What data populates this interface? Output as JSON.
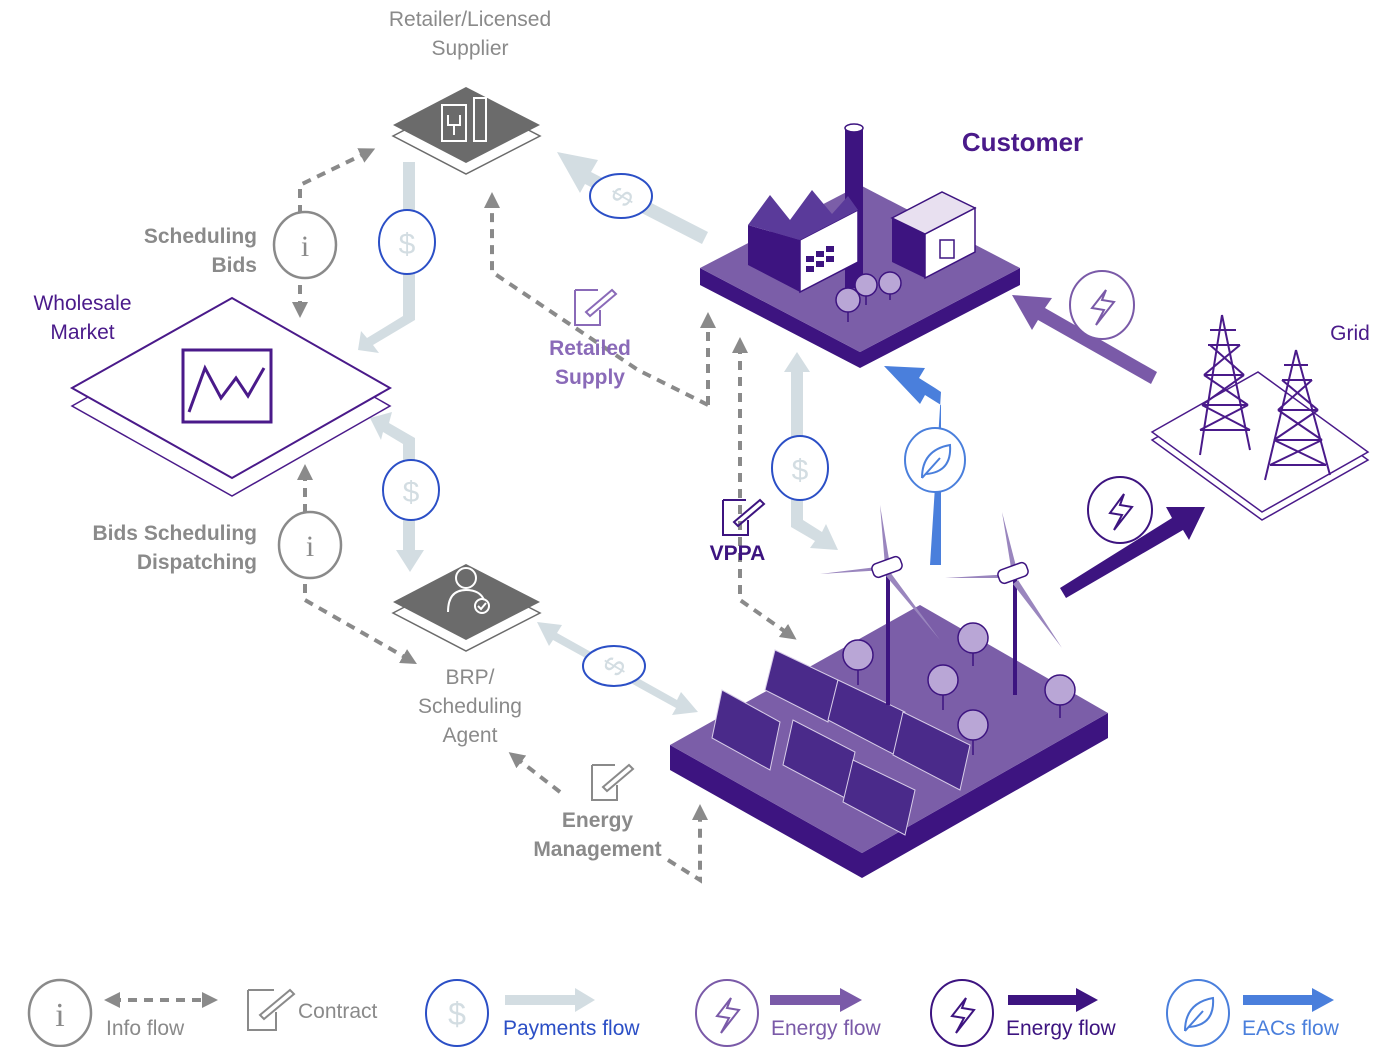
{
  "nodes": {
    "retailer": "Retailer/Licensed\nSupplier",
    "customer": "Customer",
    "wholesale": "Wholesale\nMarket",
    "grid": "Grid",
    "brp": "BRP/\nScheduling\nAgent"
  },
  "flows": {
    "scheduling_bids": "Scheduling\nBids",
    "bids_dispatching": "Bids Scheduling\nDispatching",
    "retailed_supply": "Retailed\nSupply",
    "vppa": "VPPA",
    "energy_management": "Energy\nManagement"
  },
  "legend": {
    "info": "Info flow",
    "contract": "Contract",
    "payments": "Payments flow",
    "energy_light": "Energy flow",
    "energy_dark": "Energy flow",
    "eacs": "EACs flow"
  },
  "colors": {
    "info": "#8a8a8a",
    "payments": "#d3dde2",
    "payments_icon": "#2b4fc6",
    "energy_light": "#7a5aa8",
    "energy_dark": "#3d1480",
    "eacs": "#4a7fdc",
    "platform": "#6e4ea0"
  }
}
